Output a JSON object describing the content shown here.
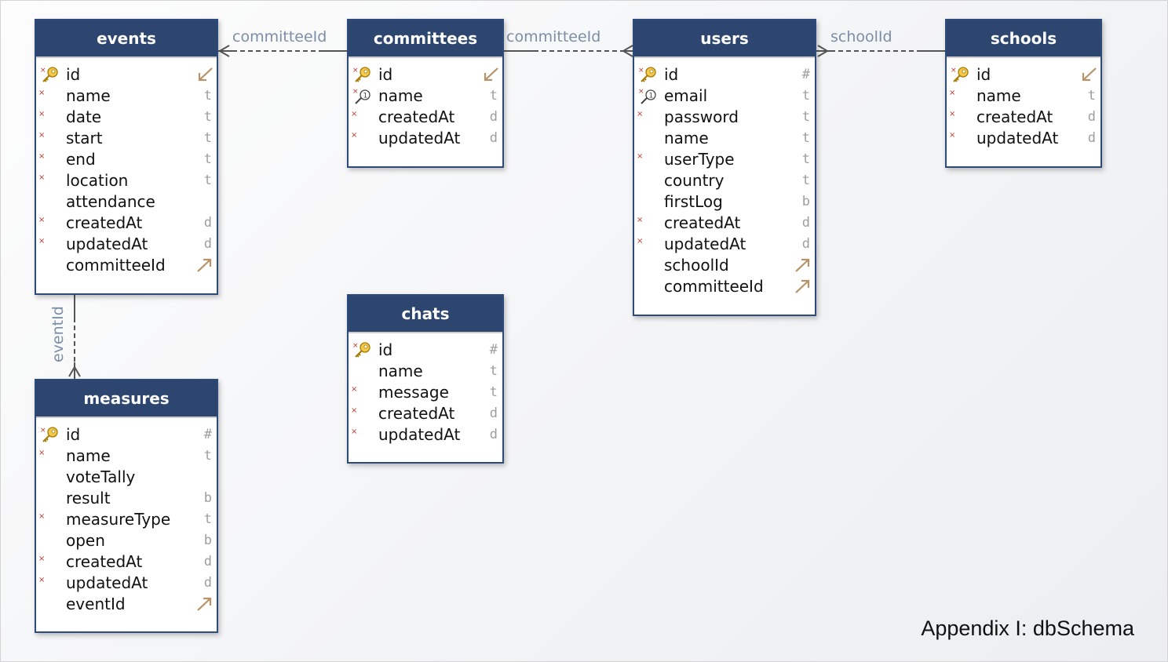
{
  "caption": "Appendix I: dbSchema",
  "colors": {
    "header_bg": "#2d4670",
    "border": "#2c4a7a",
    "relation_label": "#7c8ea6",
    "not_null_mark": "#c0392b",
    "key_icon": "#d4a017"
  },
  "relations": [
    {
      "label": "committeeId",
      "from": "events",
      "to": "committees"
    },
    {
      "label": "committeeId",
      "from": "users",
      "to": "committees"
    },
    {
      "label": "schoolId",
      "from": "users",
      "to": "schools"
    },
    {
      "label": "eventId",
      "from": "measures",
      "to": "events"
    }
  ],
  "tables": {
    "events": {
      "name": "events",
      "fields": [
        {
          "name": "id",
          "type": "",
          "marker": "pk",
          "ref": "in",
          "nn": true
        },
        {
          "name": "name",
          "type": "t",
          "nn": true
        },
        {
          "name": "date",
          "type": "t",
          "nn": true
        },
        {
          "name": "start",
          "type": "t",
          "nn": true
        },
        {
          "name": "end",
          "type": "t",
          "nn": true
        },
        {
          "name": "location",
          "type": "t",
          "nn": true
        },
        {
          "name": "attendance",
          "type": "",
          "nn": false
        },
        {
          "name": "createdAt",
          "type": "d",
          "nn": true
        },
        {
          "name": "updatedAt",
          "type": "d",
          "nn": true
        },
        {
          "name": "committeeId",
          "type": "",
          "ref": "out",
          "nn": false
        }
      ]
    },
    "committees": {
      "name": "committees",
      "fields": [
        {
          "name": "id",
          "type": "",
          "marker": "pk",
          "ref": "in",
          "nn": true
        },
        {
          "name": "name",
          "type": "t",
          "marker": "ix",
          "nn": true
        },
        {
          "name": "createdAt",
          "type": "d",
          "nn": true
        },
        {
          "name": "updatedAt",
          "type": "d",
          "nn": true
        }
      ]
    },
    "users": {
      "name": "users",
      "fields": [
        {
          "name": "id",
          "type": "#",
          "marker": "pk",
          "nn": true
        },
        {
          "name": "email",
          "type": "t",
          "marker": "ix",
          "nn": true
        },
        {
          "name": "password",
          "type": "t",
          "nn": true
        },
        {
          "name": "name",
          "type": "t",
          "nn": false
        },
        {
          "name": "userType",
          "type": "t",
          "nn": true
        },
        {
          "name": "country",
          "type": "t",
          "nn": false
        },
        {
          "name": "firstLog",
          "type": "b",
          "nn": false
        },
        {
          "name": "createdAt",
          "type": "d",
          "nn": true
        },
        {
          "name": "updatedAt",
          "type": "d",
          "nn": true
        },
        {
          "name": "schoolId",
          "type": "",
          "ref": "out",
          "nn": false
        },
        {
          "name": "committeeId",
          "type": "",
          "ref": "out",
          "nn": false
        }
      ]
    },
    "schools": {
      "name": "schools",
      "fields": [
        {
          "name": "id",
          "type": "",
          "marker": "pk",
          "ref": "in",
          "nn": true
        },
        {
          "name": "name",
          "type": "t",
          "nn": true
        },
        {
          "name": "createdAt",
          "type": "d",
          "nn": true
        },
        {
          "name": "updatedAt",
          "type": "d",
          "nn": true
        }
      ]
    },
    "chats": {
      "name": "chats",
      "fields": [
        {
          "name": "id",
          "type": "#",
          "marker": "pk",
          "nn": true
        },
        {
          "name": "name",
          "type": "t",
          "nn": false
        },
        {
          "name": "message",
          "type": "t",
          "nn": true
        },
        {
          "name": "createdAt",
          "type": "d",
          "nn": true
        },
        {
          "name": "updatedAt",
          "type": "d",
          "nn": true
        }
      ]
    },
    "measures": {
      "name": "measures",
      "fields": [
        {
          "name": "id",
          "type": "#",
          "marker": "pk",
          "nn": true
        },
        {
          "name": "name",
          "type": "t",
          "nn": true
        },
        {
          "name": "voteTally",
          "type": "",
          "nn": false
        },
        {
          "name": "result",
          "type": "b",
          "nn": false
        },
        {
          "name": "measureType",
          "type": "t",
          "nn": true
        },
        {
          "name": "open",
          "type": "b",
          "nn": false
        },
        {
          "name": "createdAt",
          "type": "d",
          "nn": true
        },
        {
          "name": "updatedAt",
          "type": "d",
          "nn": true
        },
        {
          "name": "eventId",
          "type": "",
          "ref": "out",
          "nn": false
        }
      ]
    }
  }
}
